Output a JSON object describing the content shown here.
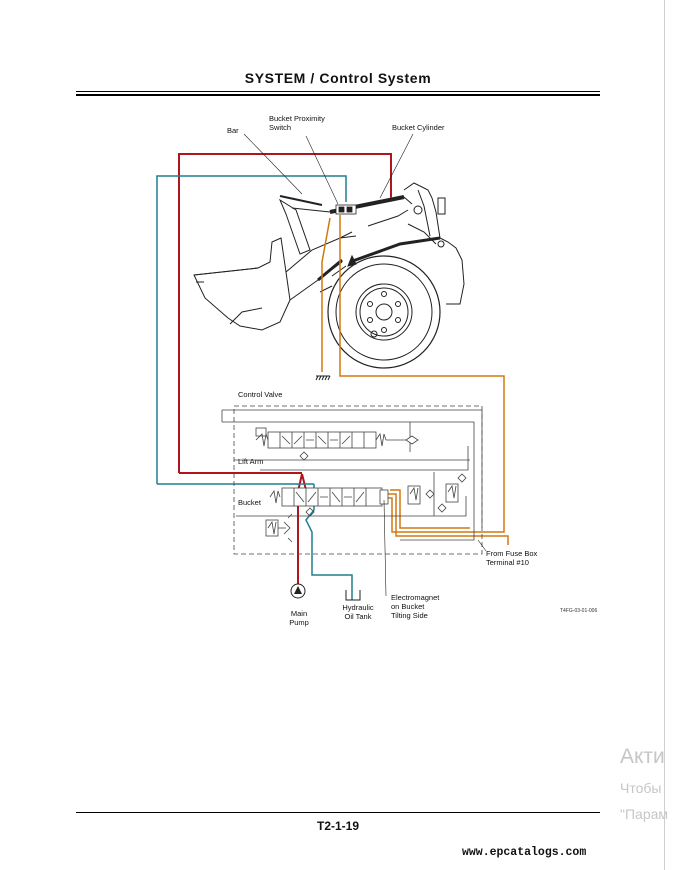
{
  "header": {
    "title": "SYSTEM / Control System"
  },
  "figure": {
    "labels": {
      "bar": "Bar",
      "bucket_proximity_switch": [
        "Bucket Proximity",
        "Switch"
      ],
      "bucket_cylinder": "Bucket Cylinder",
      "control_valve": "Control Valve",
      "lift_arm": "Lift Arm",
      "bucket": "Bucket",
      "from_fuse_box": [
        "From Fuse Box",
        "Terminal #10"
      ],
      "electromagnet": [
        "Electromagnet",
        "on Bucket",
        "Tilting Side"
      ],
      "main_pump": [
        "Main",
        "Pump"
      ],
      "hydraulic_oil_tank": [
        "Hydraulic",
        "Oil Tank"
      ]
    },
    "figure_id": "T4FG-03-01-006",
    "line_colors": {
      "pressure": "#b0141c",
      "return": "#1f7f8f",
      "electric": "#d0780f"
    }
  },
  "footer": {
    "page_number": "T2-1-19"
  },
  "watermark": {
    "line1": "Акти",
    "line2": "Чтобы",
    "line3": "\"Парам"
  },
  "site": {
    "url": "www.epcatalogs.com"
  }
}
